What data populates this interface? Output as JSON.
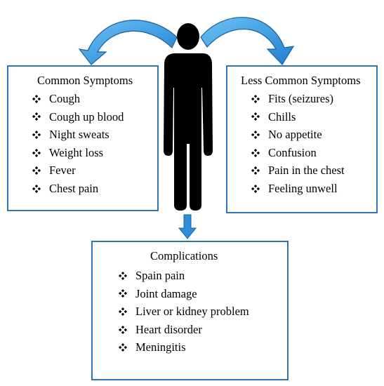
{
  "common": {
    "title": "Common Symptoms",
    "items": [
      "Cough",
      "Cough up blood",
      "Night sweats",
      "Weight loss",
      "Fever",
      "Chest pain"
    ]
  },
  "less_common": {
    "title": "Less Common Symptoms",
    "items": [
      "Fits (seizures)",
      "Chills",
      "No appetite",
      "Confusion",
      "Pain in the chest",
      "Feeling unwell"
    ]
  },
  "complications": {
    "title": "Complications",
    "items": [
      "Spain pain",
      "Joint damage",
      "Liver or kidney problem",
      "Heart disorder",
      "Meningitis"
    ]
  },
  "colors": {
    "arrow": "#2e8fd8",
    "arrow_dark": "#1f5f99",
    "border": "#2e75b6",
    "figure": "#000000"
  },
  "icons": {
    "bullet": "diamond-bullet-icon",
    "figure": "human-figure-icon"
  }
}
